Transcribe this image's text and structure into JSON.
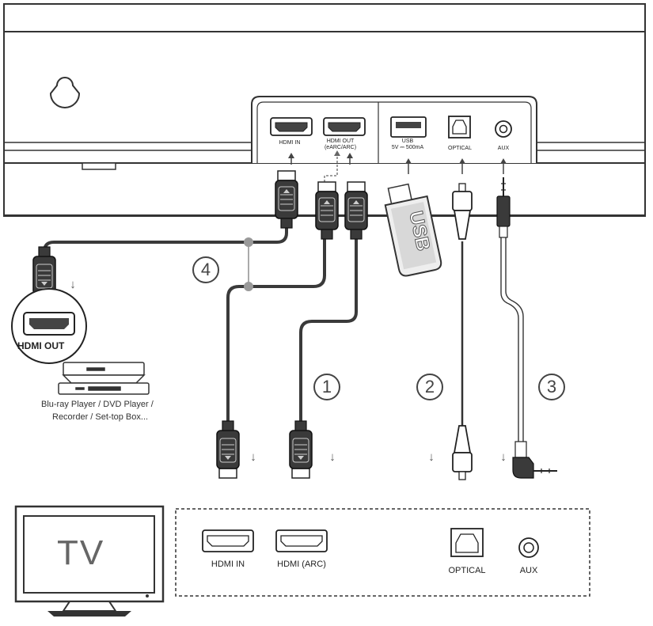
{
  "soundbar": {
    "ports": [
      {
        "id": "hdmi_in",
        "label": "HDMI IN"
      },
      {
        "id": "hdmi_out",
        "label": "HDMI OUT",
        "sublabel": "(eARC/ARC)"
      },
      {
        "id": "usb",
        "label": "USB",
        "sublabel": "5V ⎓ 500mA"
      },
      {
        "id": "optical",
        "label": "OPTICAL"
      },
      {
        "id": "aux",
        "label": "AUX"
      }
    ]
  },
  "usb_stick_label": "USB",
  "source_device": {
    "callout_label": "HDMI OUT",
    "caption_line1": "Blu-ray Player / DVD Player /",
    "caption_line2": "Recorder / Set-top Box..."
  },
  "connections": [
    {
      "number": "1"
    },
    {
      "number": "2"
    },
    {
      "number": "3"
    },
    {
      "number": "4"
    }
  ],
  "tv": {
    "screen_text": "TV",
    "ports": [
      {
        "id": "hdmi_in",
        "label": "HDMI IN"
      },
      {
        "id": "hdmi_arc",
        "label": "HDMI (ARC)"
      },
      {
        "id": "optical",
        "label": "OPTICAL"
      },
      {
        "id": "aux",
        "label": "AUX"
      }
    ]
  },
  "colors": {
    "line": "#333333",
    "cable": "#3a3a3a",
    "gray_marker": "#999999"
  }
}
